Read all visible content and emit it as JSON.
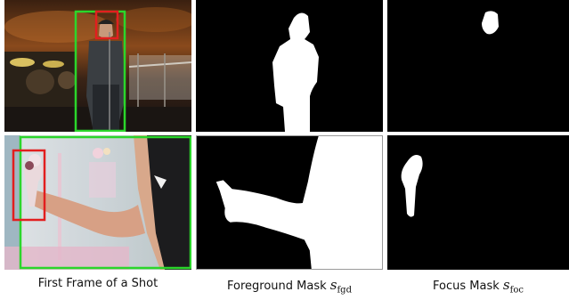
{
  "captions": {
    "col1": "First Frame of a Shot",
    "col2_text": "Foreground Mask ",
    "col2_symbol": "s",
    "col2_sub": "fgd",
    "col3_text": "Focus Mask ",
    "col3_symbol": "s",
    "col3_sub": "foc"
  },
  "colors": {
    "foreground_box": "#2bd62b",
    "focus_box": "#e21f1f",
    "mask_white": "#ffffff",
    "mask_black": "#000000"
  }
}
